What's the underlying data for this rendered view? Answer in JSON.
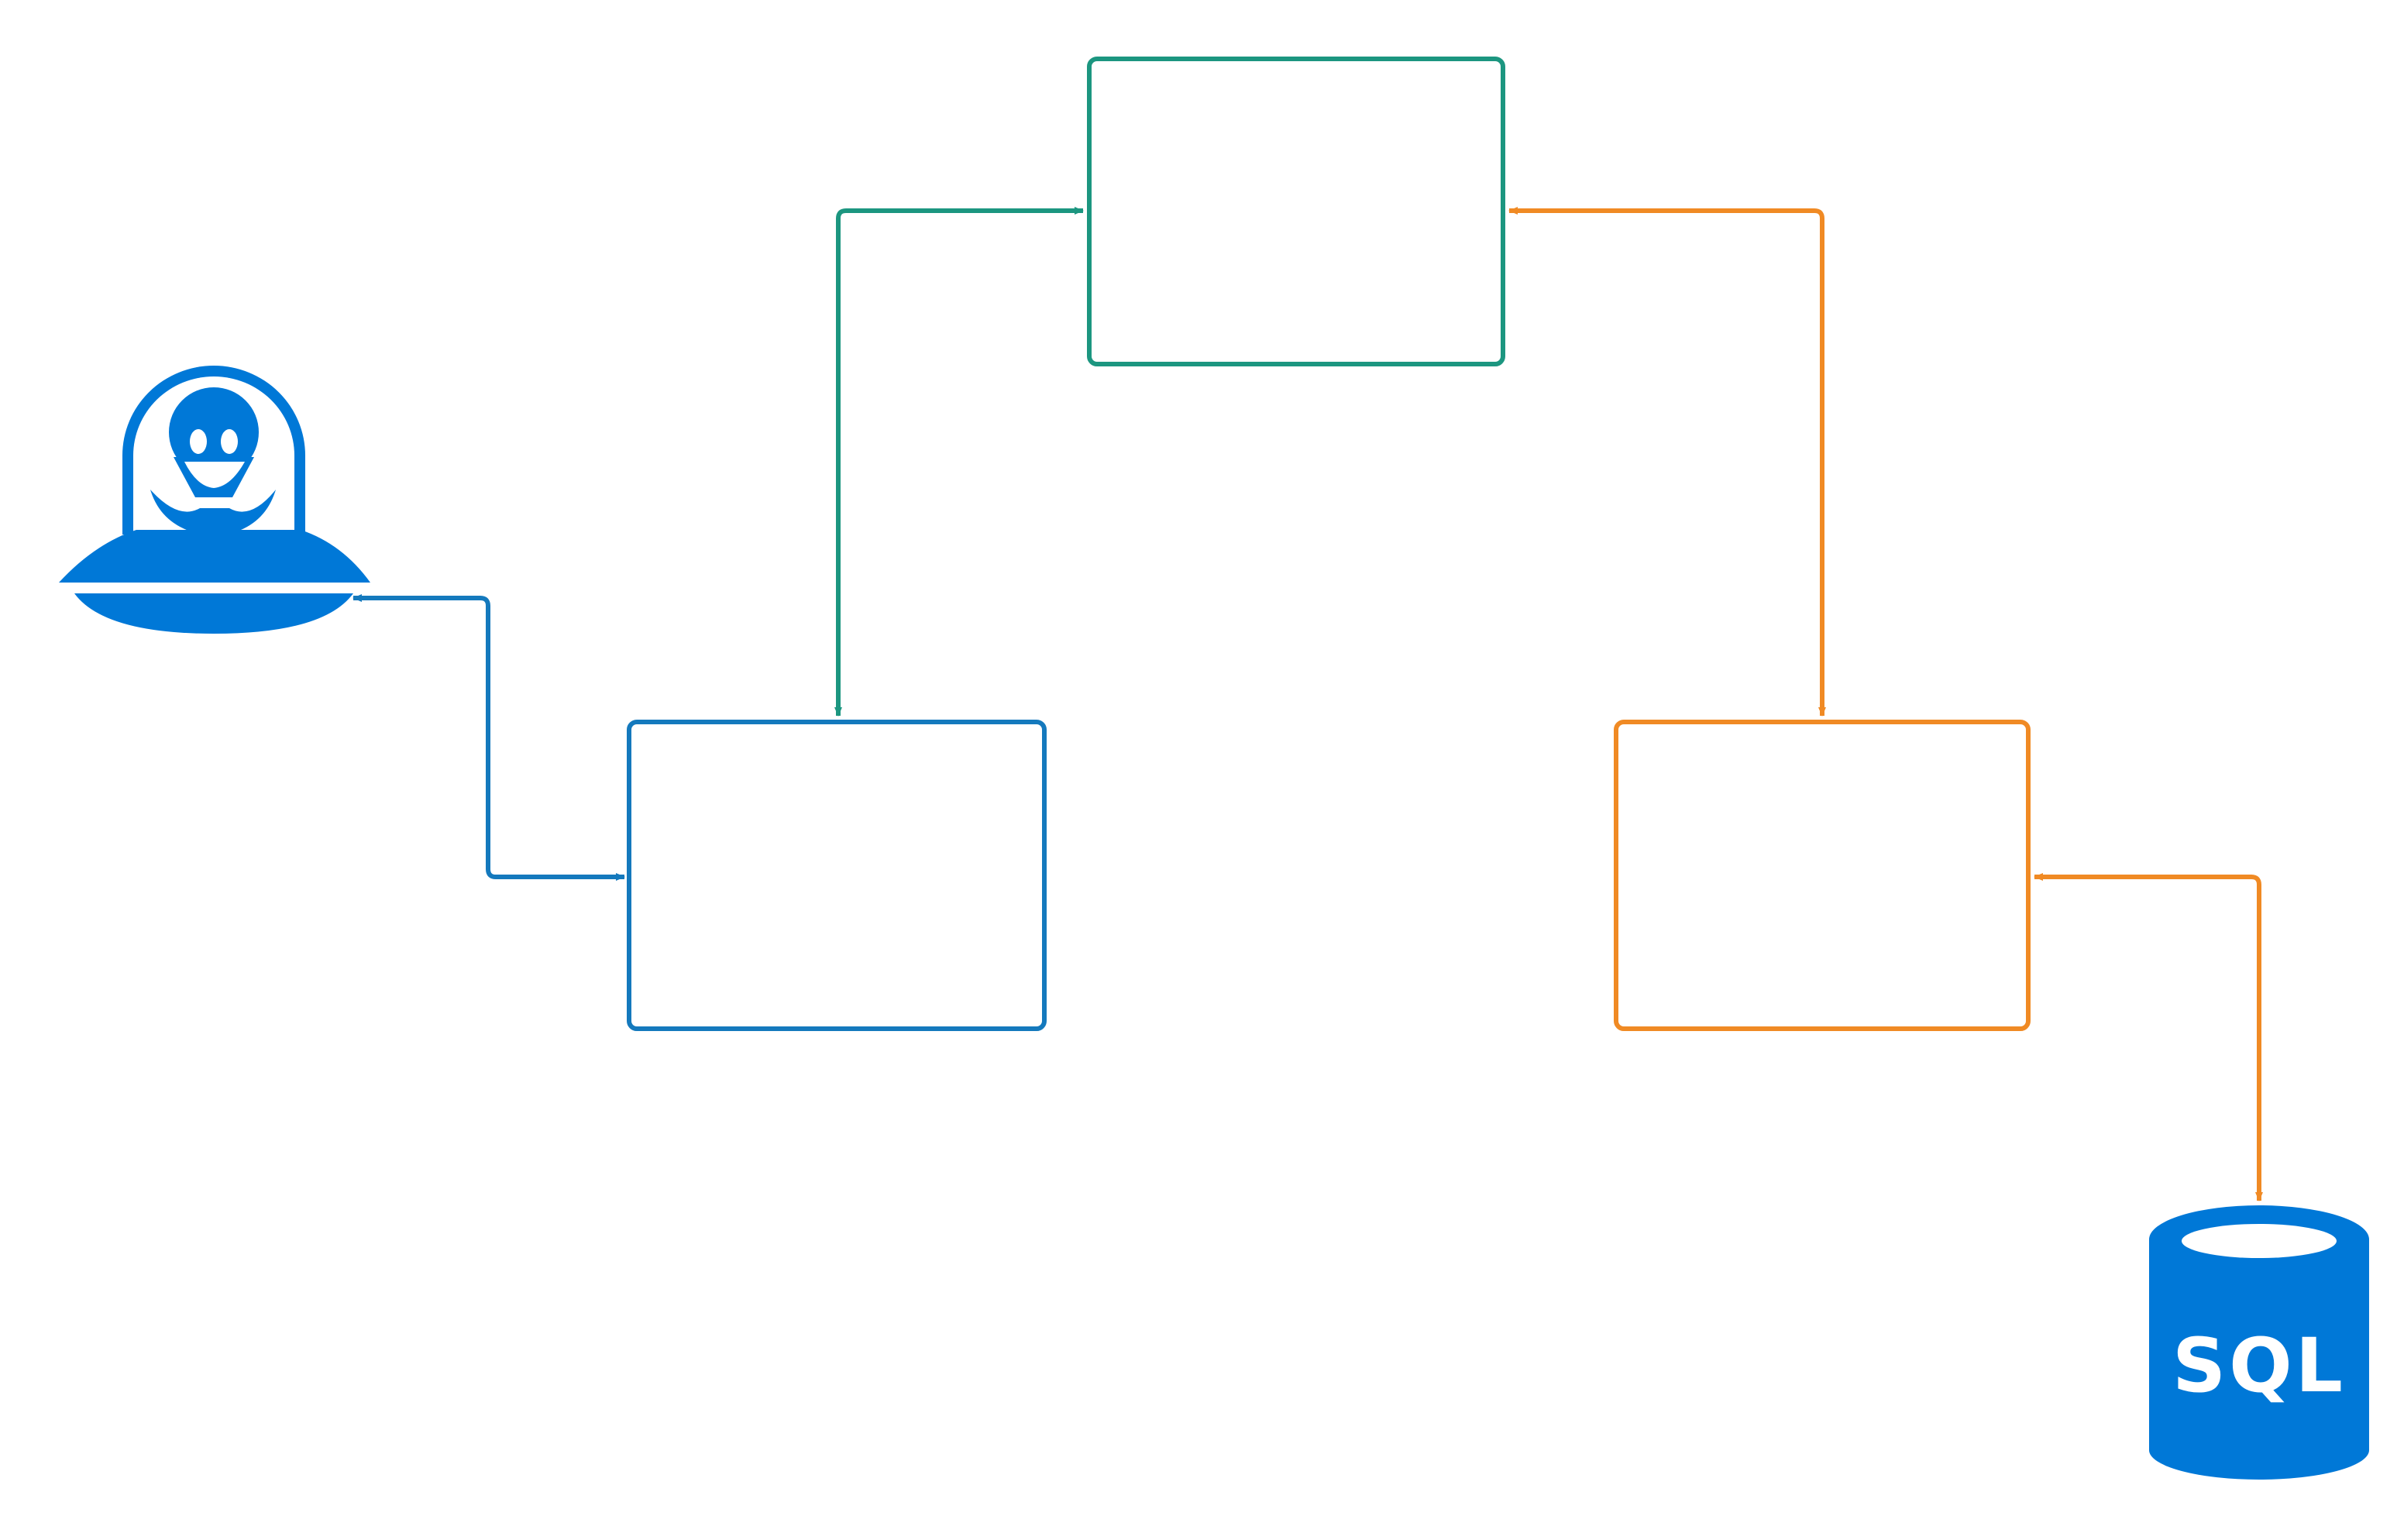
{
  "diagram": {
    "colors": {
      "blue": "#1479bd",
      "teal": "#1c9680",
      "orange": "#f08a24",
      "icon_blue": "#0078d7",
      "background": "#ffffff"
    },
    "nodes": [
      {
        "id": "top-box",
        "color": "teal",
        "label": ""
      },
      {
        "id": "left-box",
        "color": "blue",
        "label": ""
      },
      {
        "id": "right-box",
        "color": "orange",
        "label": ""
      }
    ],
    "icons": {
      "ufo": {
        "name": "ufo-alien-icon"
      },
      "database": {
        "name": "sql-database-icon",
        "text": "SQL"
      }
    },
    "connectors": [
      {
        "from": "ufo-icon",
        "to": "left-box",
        "color": "blue",
        "bidirectional": true
      },
      {
        "from": "left-box",
        "to": "top-box",
        "color": "teal",
        "bidirectional": true
      },
      {
        "from": "top-box",
        "to": "right-box",
        "color": "orange",
        "bidirectional": true
      },
      {
        "from": "right-box",
        "to": "sql-icon",
        "color": "orange",
        "bidirectional": true
      }
    ]
  }
}
